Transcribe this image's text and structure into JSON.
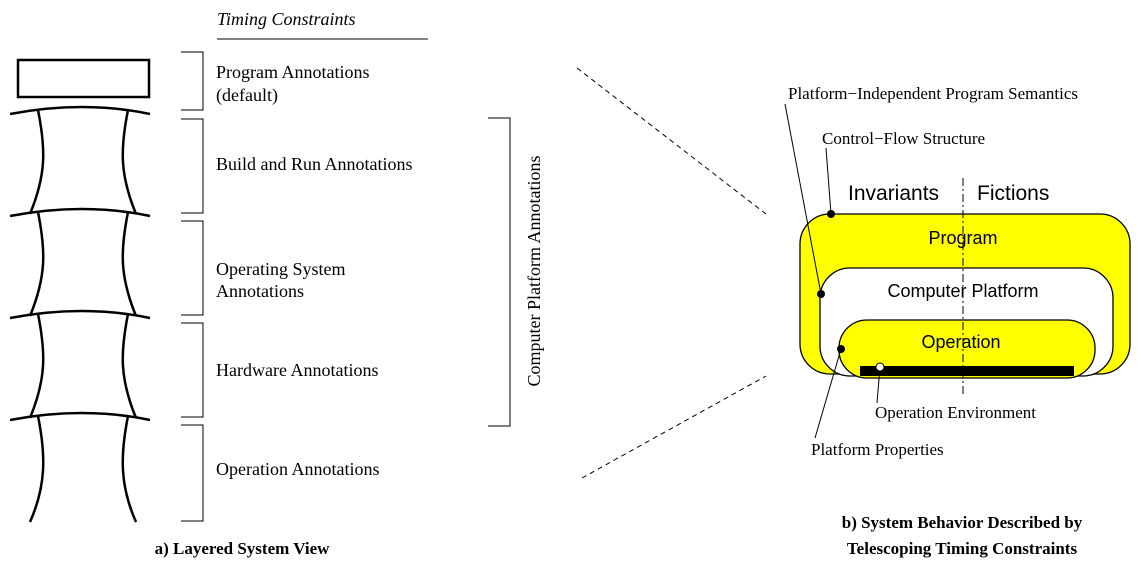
{
  "left_panel": {
    "header": "Timing Constraints",
    "layers": [
      {
        "label_lines": [
          "Program Annotations",
          "(default)"
        ]
      },
      {
        "label_lines": [
          "Build and Run Annotations"
        ]
      },
      {
        "label_lines": [
          "Operating System",
          "Annotations"
        ]
      },
      {
        "label_lines": [
          "Hardware Annotations"
        ]
      },
      {
        "label_lines": [
          "Operation Annotations"
        ]
      }
    ],
    "group_label": "Computer Platform Annotations",
    "caption": "a) Layered System View"
  },
  "right_panel": {
    "labels": {
      "semantics": "Platform−Independent Program Semantics",
      "control_flow": "Control−Flow Structure",
      "invariants": "Invariants",
      "fictions": "Fictions",
      "program": "Program",
      "computer_platform": "Computer Platform",
      "operation": "Operation",
      "operation_environment": "Operation Environment",
      "platform_properties": "Platform Properties"
    },
    "colors": {
      "yellow": "#ffff00",
      "white": "#ffffff",
      "black": "#000000"
    },
    "caption_lines": [
      "b) System Behavior Described by",
      "Telescoping Timing Constraints"
    ]
  }
}
